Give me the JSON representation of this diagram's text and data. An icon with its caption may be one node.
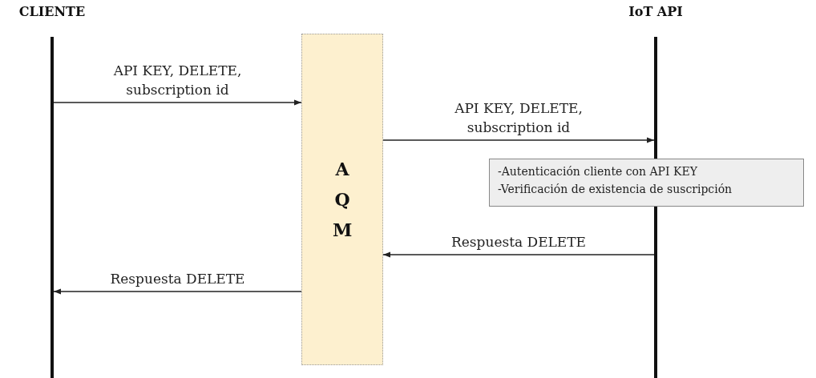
{
  "diagram": {
    "nodes": [
      {
        "text": [
          "CLIENTE"
        ]
      },
      {
        "text": [
          "A Q M"
        ]
      },
      {
        "text": [
          "IoT API"
        ]
      },
      {
        "text": [
          "-Autenticación cliente con API KEY",
          "-Verificación de existencia de suscripción"
        ]
      }
    ],
    "edges": [
      {
        "from": 0,
        "to": 1,
        "arrow": "to",
        "label": "API KEY, DELETE, subscription id"
      },
      {
        "from": 1,
        "to": 2,
        "arrow": "to",
        "label": "API KEY, DELETE, subscription id"
      },
      {
        "from": 2,
        "to": 1,
        "arrow": "to",
        "label": "Respuesta DELETE"
      },
      {
        "from": 1,
        "to": 0,
        "arrow": "to",
        "label": "Respuesta DELETE"
      }
    ]
  }
}
